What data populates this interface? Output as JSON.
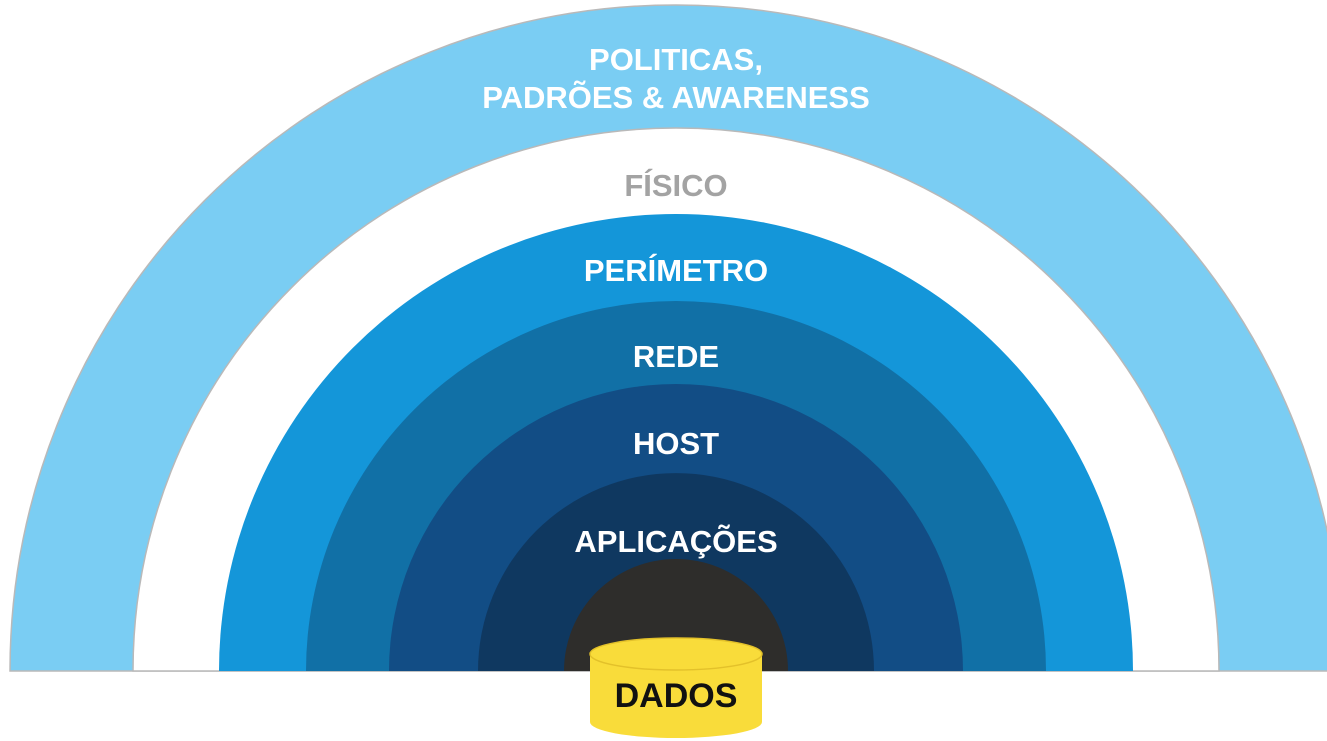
{
  "layers": [
    {
      "label_lines": [
        "POLITICAS,",
        "PADRÕES & AWARENESS"
      ],
      "color": "#7ACDF3",
      "text_color": "#FFFFFF"
    },
    {
      "label_lines": [
        "FÍSICO"
      ],
      "color": "#FFFFFF",
      "text_color": "#A3A3A3"
    },
    {
      "label_lines": [
        "PERÍMETRO"
      ],
      "color": "#1496D9",
      "text_color": "#FFFFFF"
    },
    {
      "label_lines": [
        "REDE"
      ],
      "color": "#1170A6",
      "text_color": "#FFFFFF"
    },
    {
      "label_lines": [
        "HOST"
      ],
      "color": "#124D85",
      "text_color": "#FFFFFF"
    },
    {
      "label_lines": [
        "APLICAÇÕES"
      ],
      "color": "#0F3860",
      "text_color": "#FFFFFF"
    }
  ],
  "core": {
    "color": "#2E2D2B"
  },
  "data_store": {
    "label": "DADOS",
    "color": "#F9DC3A",
    "text_color": "#111111"
  }
}
